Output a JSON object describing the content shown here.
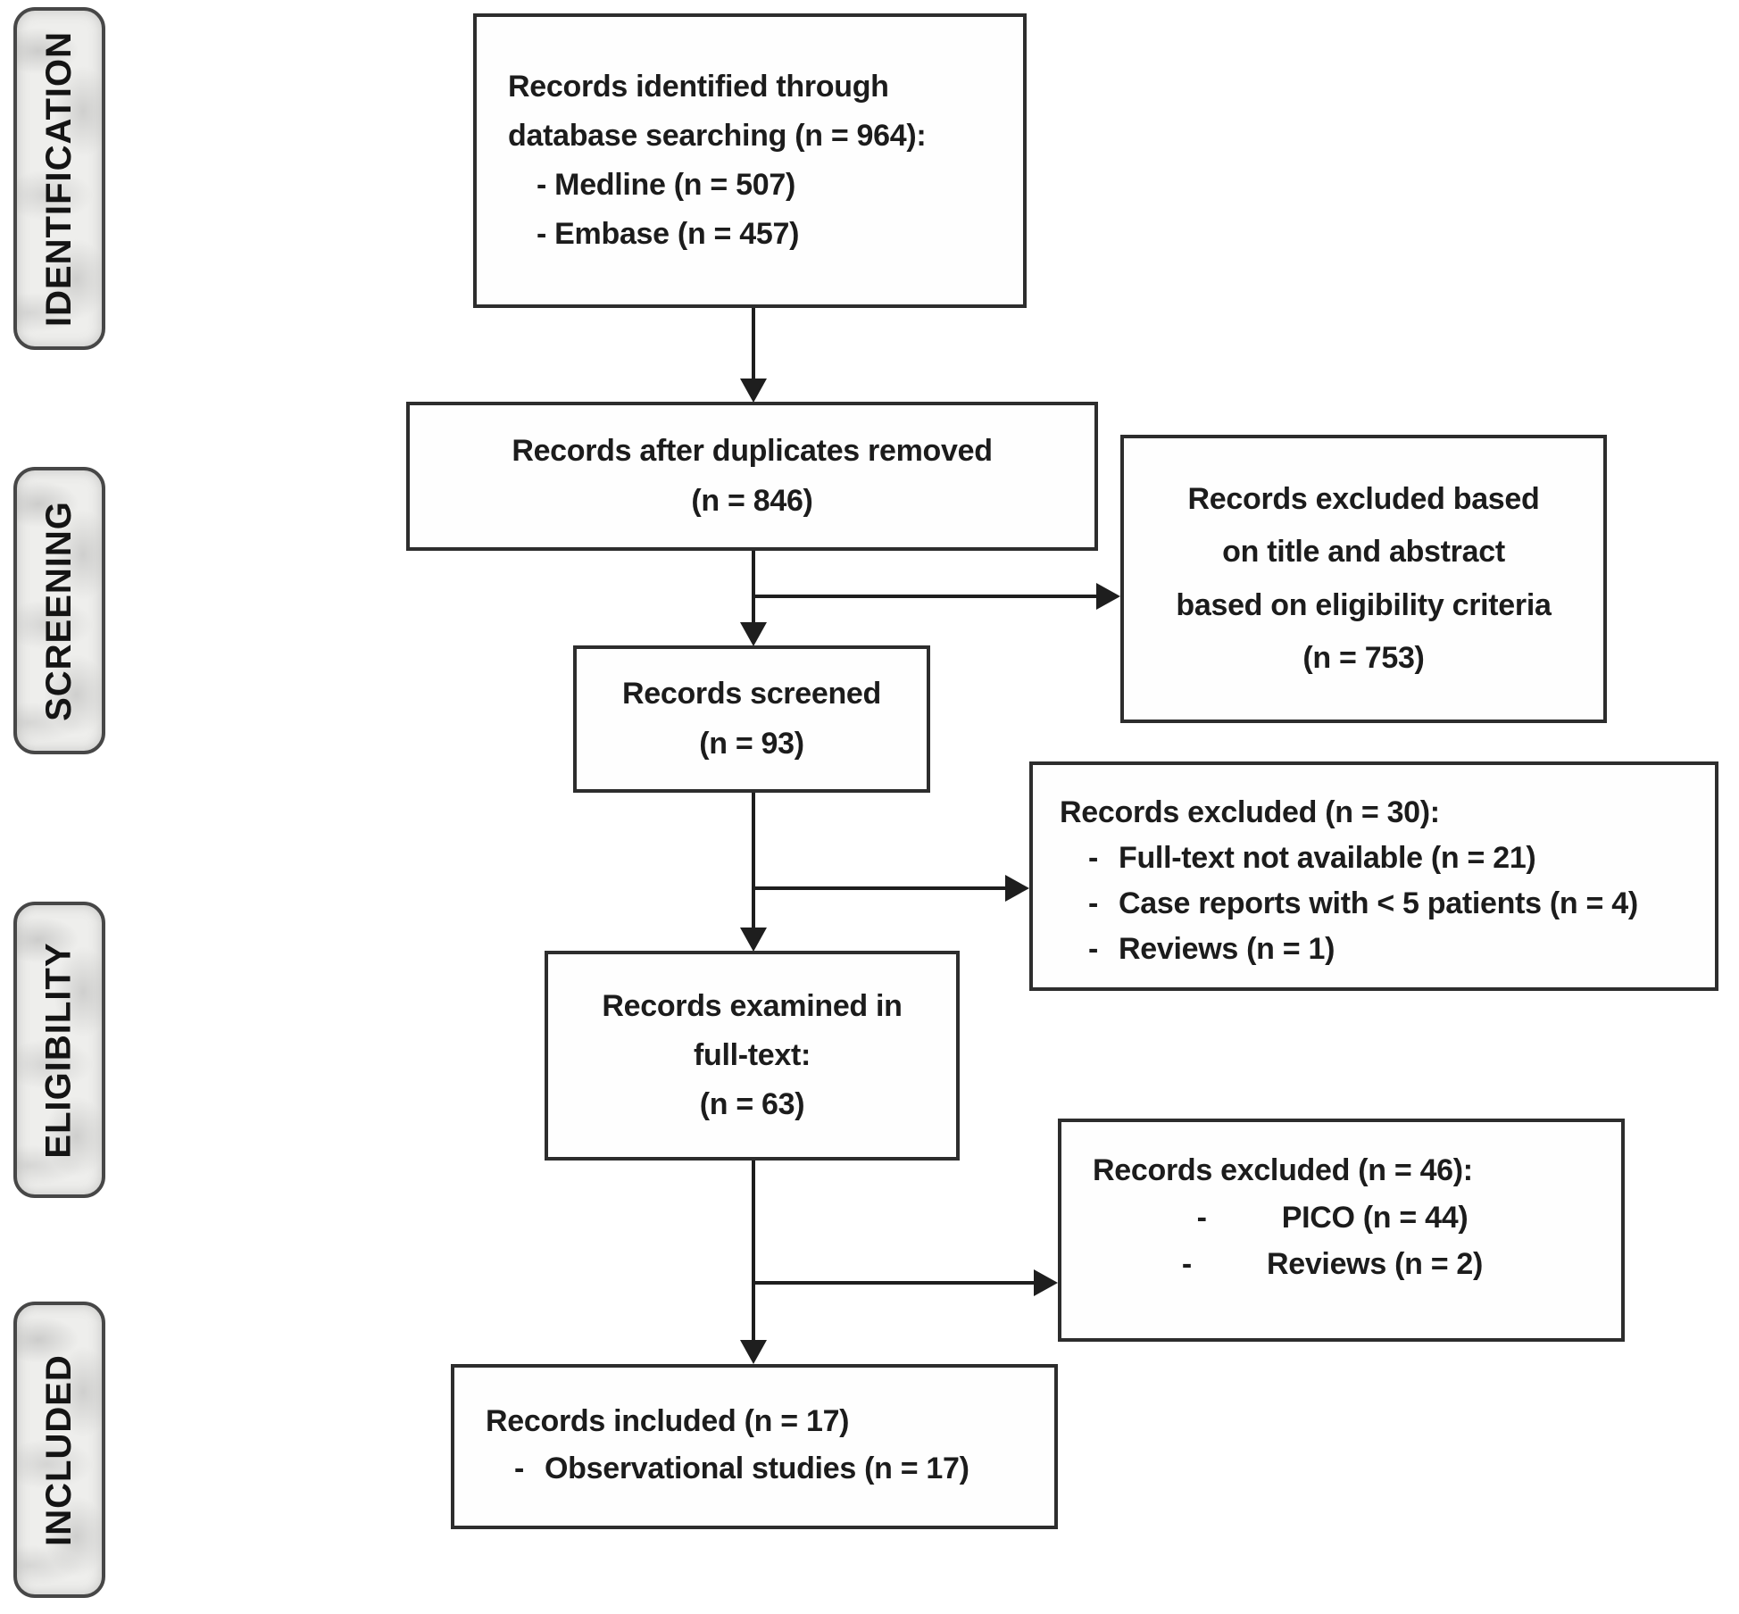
{
  "sidebar": {
    "labels": [
      "IDENTIFICATION",
      "SCREENING",
      "ELIGIBILITY",
      "INCLUDED"
    ]
  },
  "flow": {
    "identified": {
      "line1": "Records identified through",
      "line2": "database searching (n = 964):",
      "bullet1": "- Medline (n = 507)",
      "bullet2": "- Embase (n = 457)"
    },
    "duplicates": {
      "line1": "Records after duplicates removed",
      "line2": "(n = 846)"
    },
    "screened": {
      "line1": "Records screened",
      "line2": "(n = 93)"
    },
    "fulltext": {
      "line1": "Records examined in",
      "line2": "full-text:",
      "line3": "(n = 63)"
    },
    "included": {
      "line1": "Records included (n = 17)",
      "dash": "-",
      "bullet1": "Observational studies (n = 17)"
    }
  },
  "exclusions": {
    "title_abstract": {
      "line1": "Records excluded based",
      "line2": "on title and abstract",
      "line3": "based on eligibility criteria",
      "line4": "(n = 753)"
    },
    "screening": {
      "title": "Records excluded (n = 30):",
      "dash": "-",
      "bullet1": "Full-text not available (n = 21)",
      "bullet2": "Case reports with < 5 patients (n = 4)",
      "bullet3": "Reviews (n = 1)"
    },
    "fulltext": {
      "title": "Records excluded (n = 46):",
      "dash": "-",
      "bullet1": "PICO (n = 44)",
      "bullet2": "Reviews (n = 2)"
    }
  },
  "colors": {
    "box_border": "#2d2d2d",
    "stage_border": "#474747",
    "stage_fill": "#eeeeec",
    "arrow": "#1e1e1e",
    "text": "#1c1c1c",
    "background": "#ffffff"
  }
}
